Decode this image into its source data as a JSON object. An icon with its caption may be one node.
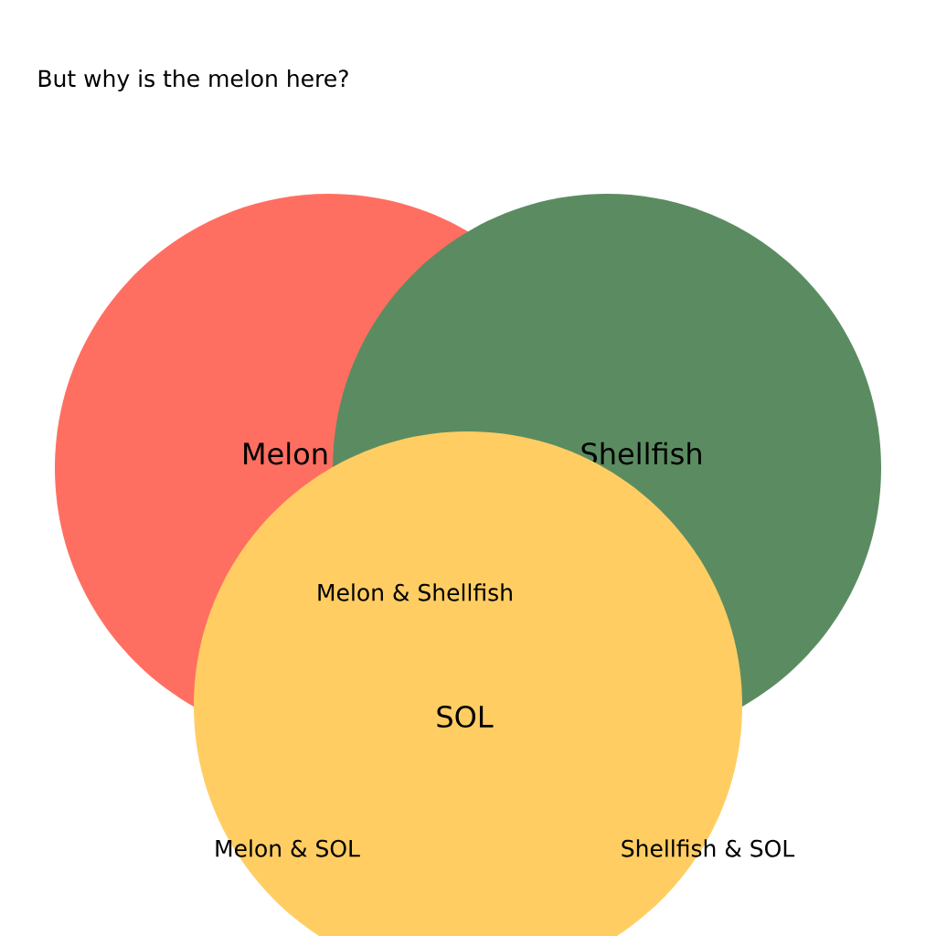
{
  "diagram": {
    "title": "But why is the melon here?",
    "nodes": [
      {
        "text": [
          "Melon"
        ]
      },
      {
        "text": [
          "Shellfish"
        ]
      },
      {
        "text": [
          "SOL"
        ]
      }
    ],
    "labels": [
      "Melon & Shellfish",
      "Melon & SOL",
      "Shellfish & SOL"
    ]
  }
}
